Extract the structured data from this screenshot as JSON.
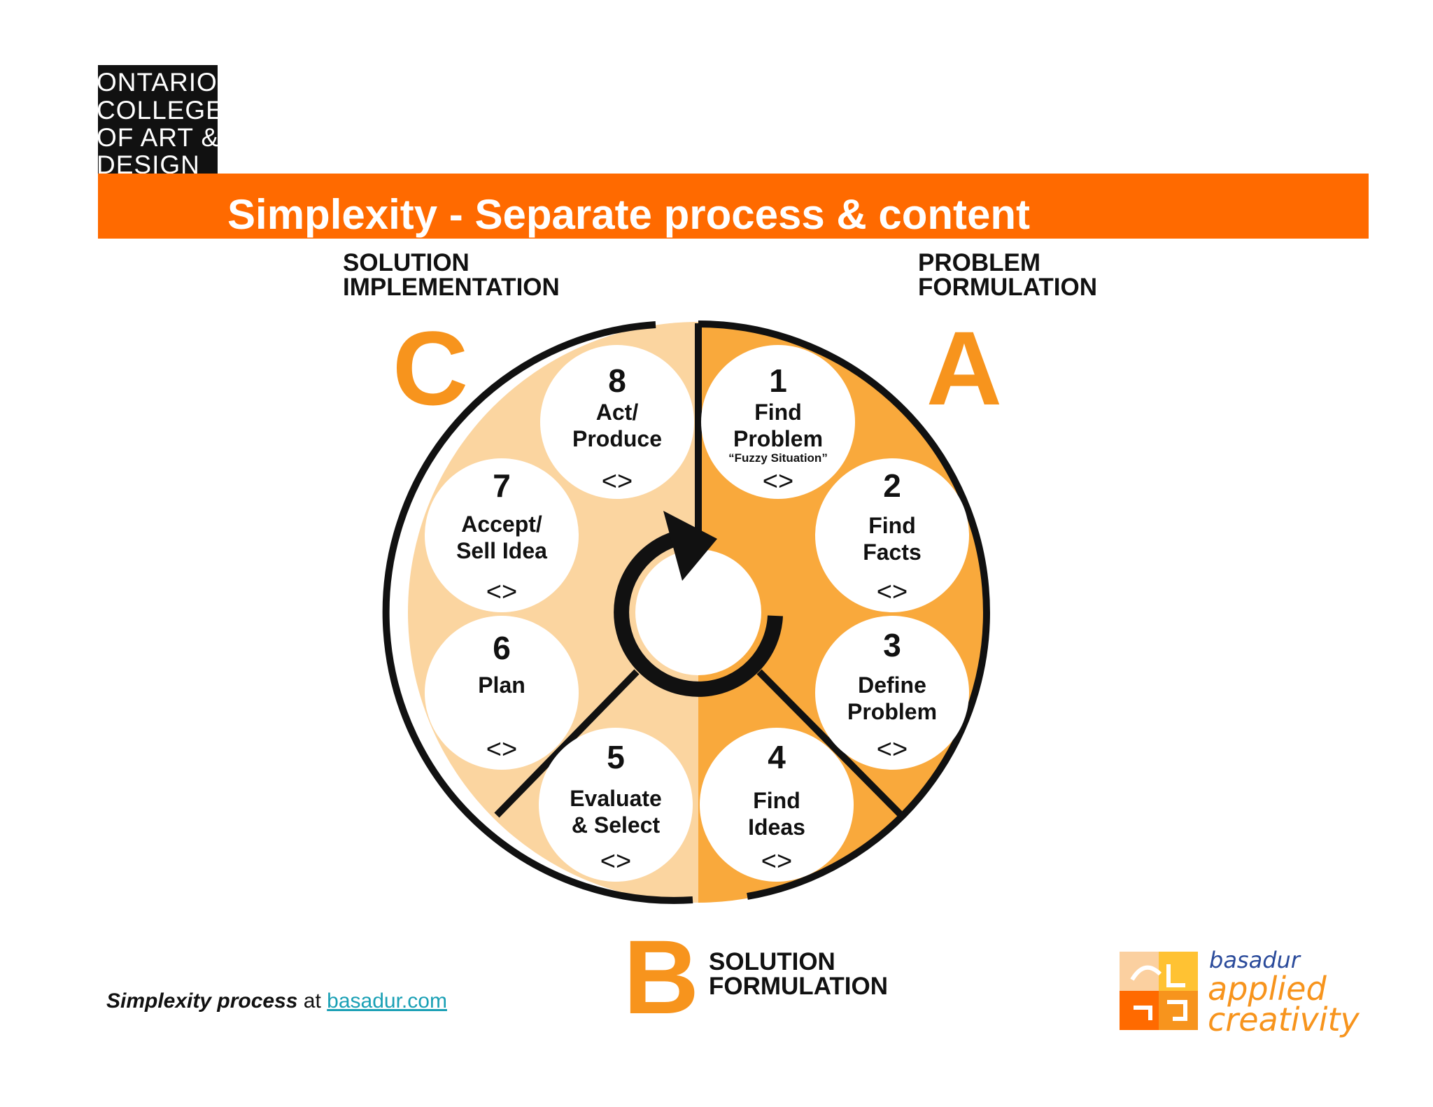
{
  "logo": {
    "lines": [
      "ONTARIO",
      "COLLEGE",
      "OF ART &",
      "DESIGN"
    ]
  },
  "title": "Simplexity - Separate process & content",
  "quadrants": {
    "a": {
      "letter": "A",
      "label_line1": "PROBLEM",
      "label_line2": "FORMULATION"
    },
    "b": {
      "letter": "B",
      "label_line1": "SOLUTION",
      "label_line2": "FORMULATION"
    },
    "c": {
      "letter": "C",
      "label_line1": "SOLUTION",
      "label_line2": "IMPLEMENTATION"
    }
  },
  "steps": [
    {
      "number": "1",
      "line1": "Find",
      "line2": "Problem",
      "note": "“Fuzzy Situation”",
      "symbol": "<>"
    },
    {
      "number": "2",
      "line1": "Find",
      "line2": "Facts",
      "symbol": "<>"
    },
    {
      "number": "3",
      "line1": "Define",
      "line2": "Problem",
      "symbol": "<>"
    },
    {
      "number": "4",
      "line1": "Find",
      "line2": "Ideas",
      "symbol": "<>"
    },
    {
      "number": "5",
      "line1": "Evaluate",
      "line2": "& Select",
      "symbol": "<>"
    },
    {
      "number": "6",
      "line1": "Plan",
      "line2": "",
      "symbol": "<>"
    },
    {
      "number": "7",
      "line1": "Accept/",
      "line2": "Sell Idea",
      "symbol": "<>"
    },
    {
      "number": "8",
      "line1": "Act/",
      "line2": "Produce",
      "symbol": "<>"
    }
  ],
  "credit": {
    "emphasis": "Simplexity process",
    "middle": " at ",
    "link": "basadur.com"
  },
  "basadur": {
    "line1": "basadur",
    "line2": "applied",
    "line3": "creativity"
  },
  "colors": {
    "orange_bar": "#ff6a00",
    "brand_orange": "#f7941d",
    "light_orange": "#fbd5a0",
    "mid_orange": "#f9a93c",
    "outline": "#111111",
    "basadur_blue": "#2b4b9b"
  }
}
